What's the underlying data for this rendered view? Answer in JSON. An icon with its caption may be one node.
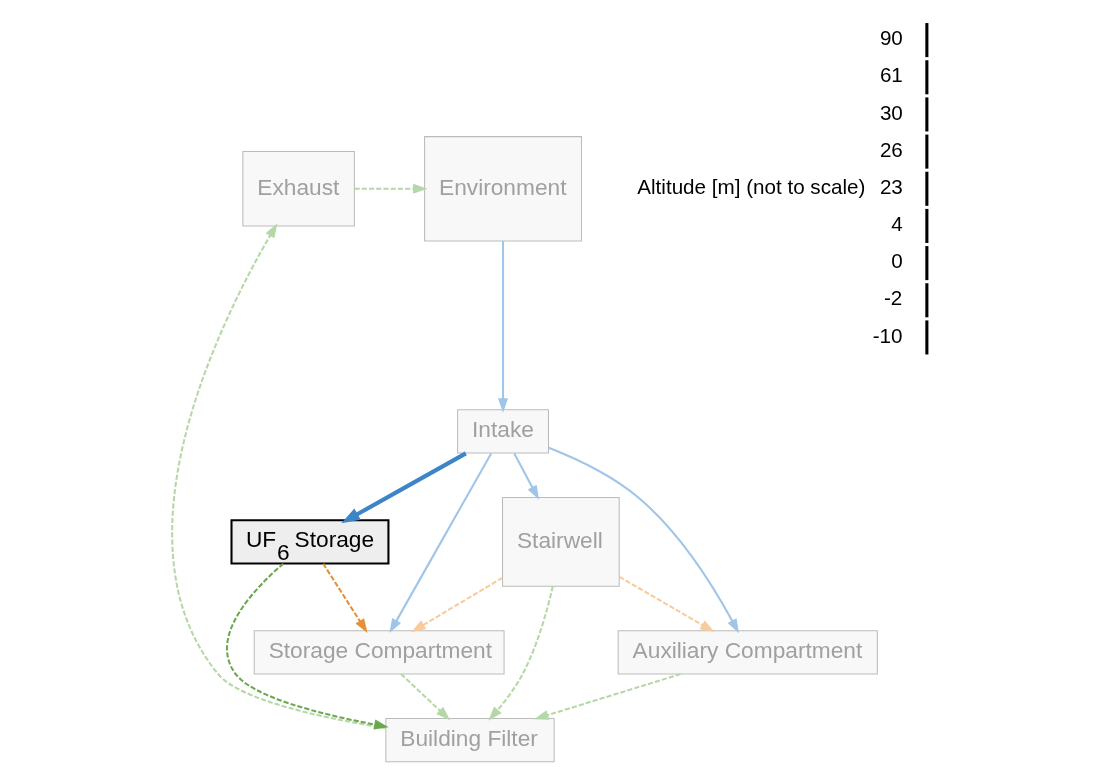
{
  "diagram": {
    "nodes": [
      {
        "text": [
          "Exhaust"
        ]
      },
      {
        "text": [
          "Building Filter"
        ]
      },
      {
        "text": [
          "Storage Compartment"
        ]
      },
      {
        "text": [
          "Auxiliary Compartment"
        ]
      },
      {
        "text": [
          "Stairwell"
        ]
      },
      {
        "text": [
          "Intake"
        ]
      },
      {
        "text": [
          "Environment"
        ]
      },
      {
        "text": [
          "UF$_{6}$ Storage"
        ]
      }
    ],
    "edges": [
      {
        "from": 0,
        "to": 6,
        "arrow": "to",
        "style": "dashed",
        "color": "#b6d7a8"
      },
      {
        "from": 4,
        "to": 1,
        "arrow": "to",
        "style": "dashed",
        "color": "#b6d7a8"
      },
      {
        "from": 3,
        "to": 1,
        "arrow": "to",
        "style": "dashed",
        "color": "#b6d7a8"
      },
      {
        "from": 2,
        "to": 1,
        "arrow": "to",
        "style": "dashed",
        "color": "#b6d7a8"
      },
      {
        "from": 1,
        "to": 0,
        "arrow": "to",
        "style": "dashed",
        "color": "#b6d7a8"
      },
      {
        "from": 7,
        "to": 1,
        "arrow": "to",
        "style": "dashed",
        "color": "#6aa84f"
      },
      {
        "from": 7,
        "to": 2,
        "arrow": "to",
        "style": "dashed",
        "color": "#e69138"
      },
      {
        "from": 4,
        "to": 3,
        "arrow": "to",
        "style": "dashed",
        "color": "#f9cb9c"
      },
      {
        "from": 4,
        "to": 2,
        "arrow": "to",
        "style": "dashed",
        "color": "#f9cb9c"
      },
      {
        "from": 5,
        "to": 3,
        "arrow": "to",
        "color": "#9fc5e8"
      },
      {
        "from": 6,
        "to": 5,
        "arrow": "to",
        "color": "#9fc5e8"
      },
      {
        "from": 5,
        "to": 4,
        "arrow": "to",
        "color": "#9fc5e8"
      },
      {
        "from": 5,
        "to": 2,
        "arrow": "to",
        "color": "#9fc5e8"
      },
      {
        "from": 5,
        "to": 7,
        "arrow": "to",
        "style": "thick",
        "color": "#3d85c6"
      }
    ],
    "labels": [
      "Altitude [m] (not to scale)",
      "90",
      "61",
      "30",
      "26",
      "23",
      "4",
      "0",
      "-2",
      "-10"
    ]
  }
}
